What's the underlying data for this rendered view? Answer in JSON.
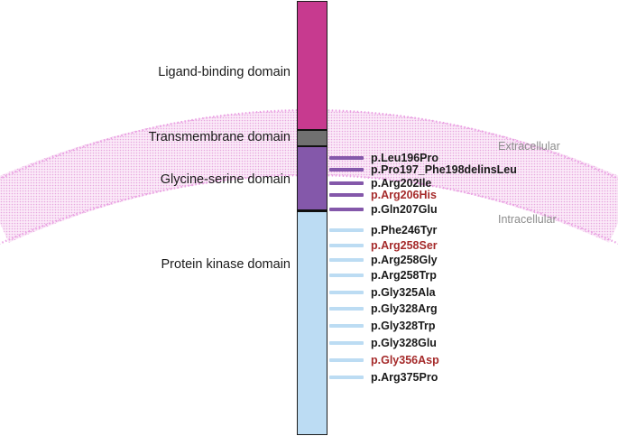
{
  "colors": {
    "ligand": "#c73a8f",
    "transmembrane": "#707070",
    "glycine": "#8458aa",
    "kinase": "#bcdcf3",
    "membrane": "#ea9fe3",
    "label_black": "#1a1a1a",
    "label_red": "#a52a2a",
    "side_label": "#8c8c8c"
  },
  "domains": [
    {
      "name": "Ligand-binding domain",
      "color": "#c73a8f"
    },
    {
      "name": "Transmembrane domain",
      "color": "#707070"
    },
    {
      "name": "Glycine-serine domain",
      "color": "#8458aa"
    },
    {
      "name": "Protein kinase domain",
      "color": "#bcdcf3"
    }
  ],
  "regions": {
    "extracellular": "Extracellular",
    "intracellular": "Intracellular"
  },
  "mutations": [
    {
      "label": "p.Leu196Pro",
      "domain": "Glycine-serine domain",
      "highlight": false
    },
    {
      "label": "p.Pro197_Phe198delinsLeu",
      "domain": "Glycine-serine domain",
      "highlight": false
    },
    {
      "label": "p.Arg202Ile",
      "domain": "Glycine-serine domain",
      "highlight": false
    },
    {
      "label": "p.Arg206His",
      "domain": "Glycine-serine domain",
      "highlight": true
    },
    {
      "label": "p.Gln207Glu",
      "domain": "Glycine-serine domain",
      "highlight": false
    },
    {
      "label": "p.Phe246Tyr",
      "domain": "Protein kinase domain",
      "highlight": false
    },
    {
      "label": "p.Arg258Ser",
      "domain": "Protein kinase domain",
      "highlight": true
    },
    {
      "label": "p.Arg258Gly",
      "domain": "Protein kinase domain",
      "highlight": false
    },
    {
      "label": "p.Arg258Trp",
      "domain": "Protein kinase domain",
      "highlight": false
    },
    {
      "label": "p.Gly325Ala",
      "domain": "Protein kinase domain",
      "highlight": false
    },
    {
      "label": "p.Gly328Arg",
      "domain": "Protein kinase domain",
      "highlight": false
    },
    {
      "label": "p.Gly328Trp",
      "domain": "Protein kinase domain",
      "highlight": false
    },
    {
      "label": "p.Gly328Glu",
      "domain": "Protein kinase domain",
      "highlight": false
    },
    {
      "label": "p.Gly356Asp",
      "domain": "Protein kinase domain",
      "highlight": true
    },
    {
      "label": "p.Arg375Pro",
      "domain": "Protein kinase domain",
      "highlight": false
    }
  ]
}
